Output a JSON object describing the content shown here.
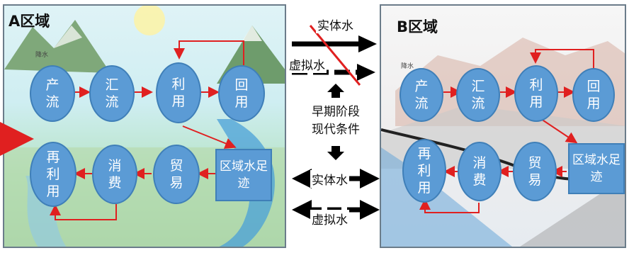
{
  "regionA": {
    "title": "A区域",
    "rain_label": "降水",
    "nodes": {
      "n1": "产流",
      "n2": "汇流",
      "n3": "利用",
      "n4": "回用",
      "n5": "再利用",
      "n6": "消费",
      "n7": "贸易",
      "n8": "区域水足迹"
    }
  },
  "regionB": {
    "title": "B区域",
    "rain_label": "降水",
    "nodes": {
      "n1": "产流",
      "n2": "汇流",
      "n3": "利用",
      "n4": "回用",
      "n5": "再利用",
      "n6": "消费",
      "n7": "贸易",
      "n8": "区域水足迹"
    }
  },
  "middle": {
    "top_real_water": "实体水",
    "top_virtual_water": "虚拟水",
    "phase_early": "早期阶段",
    "phase_modern": "现代条件",
    "bottom_real_water": "实体水",
    "bottom_virtual_water": "虚拟水"
  },
  "colors": {
    "node_fill": "#5b9bd5",
    "flow_arrow": "#e02020",
    "exchange_arrow": "#000000"
  }
}
